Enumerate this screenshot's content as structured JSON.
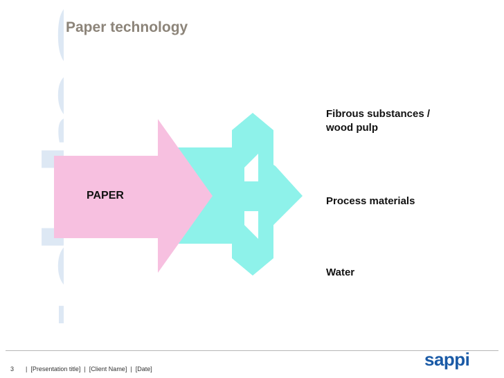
{
  "slide": {
    "title": "Paper technology",
    "watermark_text": "sappi"
  },
  "diagram": {
    "center_label": "PAPER",
    "items": [
      {
        "label_line1": "Fibrous substances /",
        "label_line2": "wood pulp"
      },
      {
        "label_line1": "Process materials"
      },
      {
        "label_line1": "Water"
      }
    ],
    "colors": {
      "pink": "#f7c0e0",
      "cyan": "#8ef2ea"
    }
  },
  "footer": {
    "page_number": "3",
    "sep": "|",
    "presentation_title": "[Presentation title]",
    "client_name": "[Client Name]",
    "date": "[Date]"
  },
  "logo": {
    "text": "sappi",
    "color": "#1a5aa6"
  }
}
